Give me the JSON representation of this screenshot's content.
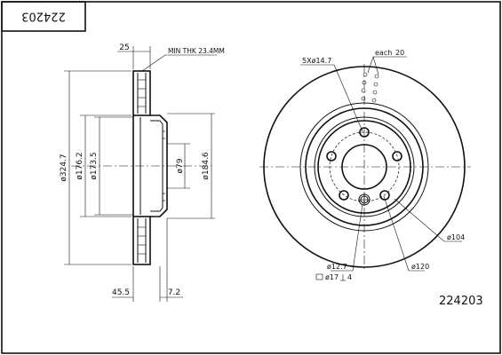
{
  "part_number_rotated": "224203",
  "part_number": "224203",
  "side_view": {
    "dim_top_width": "25",
    "min_thickness": "MIN THK 23.4MM",
    "dim_outer_diameter": "ø324.7",
    "dim_hat_outer": "ø176.2",
    "dim_hat_inner": "ø173.5",
    "dim_center_bore": "ø79",
    "dim_hat_diameter": "ø184.6",
    "dim_offset": "45.5",
    "dim_hat_thickness": "7.2"
  },
  "front_view": {
    "bolt_holes": "5Xø14.7",
    "each_label": "each",
    "each_value": "20",
    "dim_hub": "ø104",
    "dim_pcd": "ø120",
    "dim_small_hole": "ø12.7",
    "counterbore": "ø17",
    "counterbore_depth": "4"
  }
}
